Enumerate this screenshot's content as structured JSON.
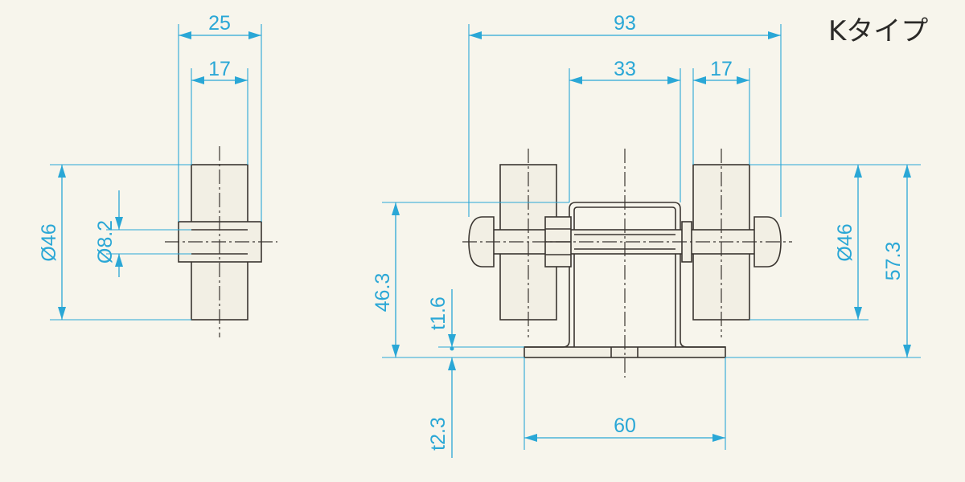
{
  "title": "Kタイプ",
  "colors": {
    "dimension": "#2aa7d6",
    "outline": "#3a3530",
    "background": "#f7f5ec"
  },
  "side_view": {
    "width_outer": "25",
    "width_inner": "17",
    "wheel_diameter": "Ø46",
    "axle_diameter": "Ø8.2"
  },
  "front_view": {
    "overall_width": "93",
    "bracket_width": "33",
    "wheel_width": "17",
    "wheel_diameter": "Ø46",
    "overall_height": "57.3",
    "axle_height": "46.3",
    "top_thickness": "t1.6",
    "base_thickness": "t2.3",
    "base_width": "60"
  }
}
